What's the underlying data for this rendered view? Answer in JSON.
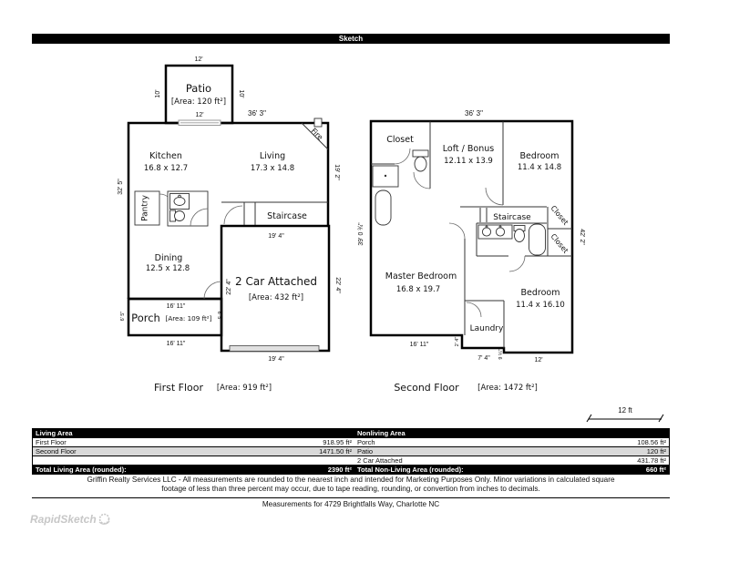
{
  "header": {
    "title": "Sketch"
  },
  "scale": {
    "label": "12 ft"
  },
  "ff": {
    "title": "First Floor",
    "area": "[Area: 919 ft²]",
    "dim_top": "36' 3\"",
    "dim_right": "19' 2\"",
    "dim_left": "32' 5\"",
    "fire": "Fire",
    "patio": {
      "name": "Patio",
      "area": "[Area: 120 ft²]",
      "dim_top": "12'",
      "dim_bottom": "12'",
      "dim_left": "10'",
      "dim_right": "10'"
    },
    "kitchen": {
      "name": "Kitchen",
      "size": "16.8 x 12.7"
    },
    "living": {
      "name": "Living",
      "size": "17.3 x 14.8"
    },
    "pantry": {
      "name": "Pantry"
    },
    "staircase": {
      "name": "Staircase"
    },
    "dining": {
      "name": "Dining",
      "size": "12.5 x 12.8"
    },
    "garage": {
      "name": "2 Car Attached",
      "area": "[Area: 432 ft²]",
      "dim_top": "19' 4\"",
      "dim_bottom": "19' 4\"",
      "dim_left": "22' 4\"",
      "dim_right": "22' 4\""
    },
    "porch": {
      "name": "Porch",
      "area": "[Area: 109 ft²]",
      "dim_top": "16' 11\"",
      "dim_bottom": "16' 11\"",
      "dim_left": "6' 5\"",
      "dim_right": "6' 5\""
    }
  },
  "sf": {
    "title": "Second Floor",
    "area": "[Area: 1472 ft²]",
    "dim_top": "36' 3\"",
    "dim_left": "39' 0 ¾\"",
    "dim_right": "42' 2\"",
    "closet_tl": "Closet",
    "closet_r1": "Closet",
    "closet_r2": "Closet",
    "loft": {
      "name": "Loft / Bonus",
      "size": "12.11 x 13.9"
    },
    "bedroom_tr": {
      "name": "Bedroom",
      "size": "11.4 x 14.8"
    },
    "staircase": {
      "name": "Staircase"
    },
    "master": {
      "name": "Master Bedroom",
      "size": "16.8 x 19.7"
    },
    "bedroom_br": {
      "name": "Bedroom",
      "size": "11.4 x 16.10"
    },
    "laundry": {
      "name": "Laundry"
    },
    "dim_bottom_left": "16' 11\"",
    "dim_step1": "2' 4\"",
    "dim_bottom_mid": "7' 4\"",
    "dim_step2": "9 ¼\"",
    "dim_bottom_right": "12'"
  },
  "table": {
    "header": {
      "living": "Living Area",
      "nonliving": "Nonliving Area"
    },
    "rows": [
      {
        "living_label": "First Floor",
        "living_value": "918.95 ft²",
        "nonliving_label": "Porch",
        "nonliving_value": "108.56 ft²"
      },
      {
        "living_label": "Second Floor",
        "living_value": "1471.50 ft²",
        "nonliving_label": "Patio",
        "nonliving_value": "120 ft²"
      },
      {
        "living_label": "",
        "living_value": "",
        "nonliving_label": "2 Car Attached",
        "nonliving_value": "431.78 ft²"
      }
    ],
    "footer": {
      "living_label": "Total Living Area (rounded):",
      "living_value": "2390 ft²",
      "nonliving_label": "Total Non-Living Area (rounded):",
      "nonliving_value": "660 ft²"
    }
  },
  "footer": {
    "disclaimer_line1": "Griffin Realty Services LLC - All measurements are rounded to the nearest inch and intended for Marketing Purposes Only.  Minor variations in calculated square",
    "disclaimer_line2": "footage of less than three percent may occur, due to tape reading, rounding, or convertion from inches to decimals.",
    "measurements": "Measurements for 4729 Brightfalls Way, Charlotte NC",
    "logo": "RapidSketch"
  }
}
